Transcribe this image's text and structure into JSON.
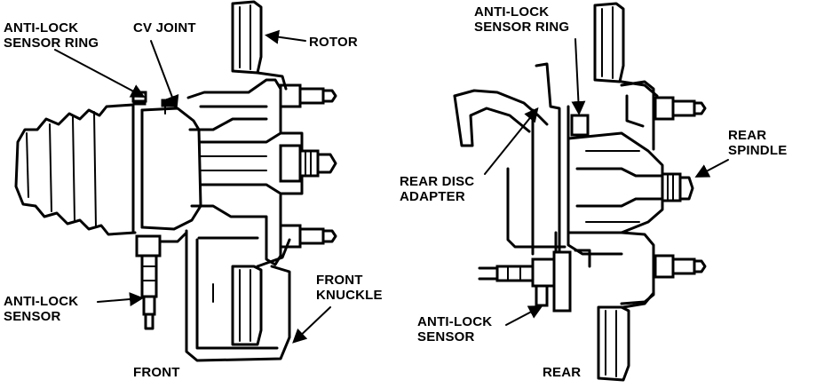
{
  "front": {
    "sensor_ring_line1": "ANTI-LOCK",
    "sensor_ring_line2": "SENSOR RING",
    "cv_joint": "CV JOINT",
    "rotor": "ROTOR",
    "sensor_line1": "ANTI-LOCK",
    "sensor_line2": "SENSOR",
    "knuckle_line1": "FRONT",
    "knuckle_line2": "KNUCKLE",
    "caption": "FRONT"
  },
  "rear": {
    "sensor_ring_line1": "ANTI-LOCK",
    "sensor_ring_line2": "SENSOR RING",
    "spindle_line1": "REAR",
    "spindle_line2": "SPINDLE",
    "adapter_line1": "REAR DISC",
    "adapter_line2": "ADAPTER",
    "sensor_line1": "ANTI-LOCK",
    "sensor_line2": "SENSOR",
    "caption": "REAR"
  }
}
